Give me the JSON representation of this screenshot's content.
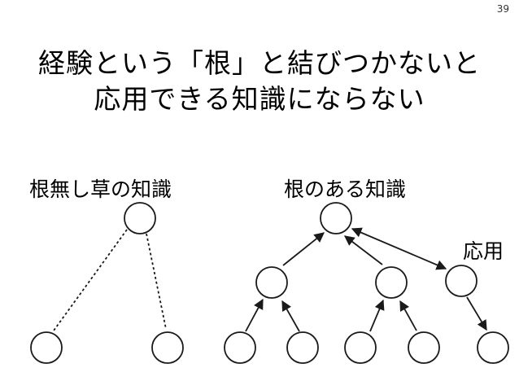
{
  "page_number": "39",
  "title": {
    "line1": "経験という「根」と結びつかないと",
    "line2": "応用できる知識にならない"
  },
  "labels": {
    "rootless": "根無し草の知識",
    "rooted": "根のある知識",
    "apply": "応用"
  },
  "colors": {
    "stroke": "#1a1a1a",
    "background": "#ffffff"
  }
}
